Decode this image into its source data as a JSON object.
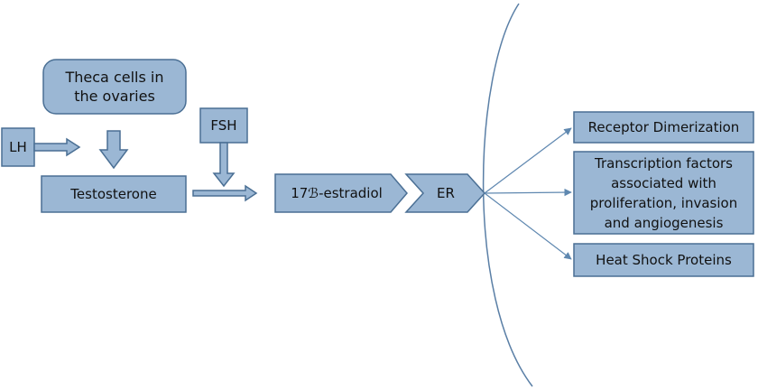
{
  "colors": {
    "fill": "#9bb7d4",
    "stroke": "#4a6f94",
    "arc": "#5a7fa6",
    "connector": "#5f88b0",
    "text": "#111111"
  },
  "nodes": {
    "theca": "Theca cells in the ovaries",
    "lh": "LH",
    "fsh": "FSH",
    "testosterone": "Testosterone",
    "estradiol": "17ℬ-estradiol",
    "er": "ER",
    "receptor_dimerization": "Receptor Dimerization",
    "transcription_factors": "Transcription factors associated with proliferation, invasion and angiogenesis",
    "heat_shock_proteins": "Heat Shock Proteins"
  }
}
